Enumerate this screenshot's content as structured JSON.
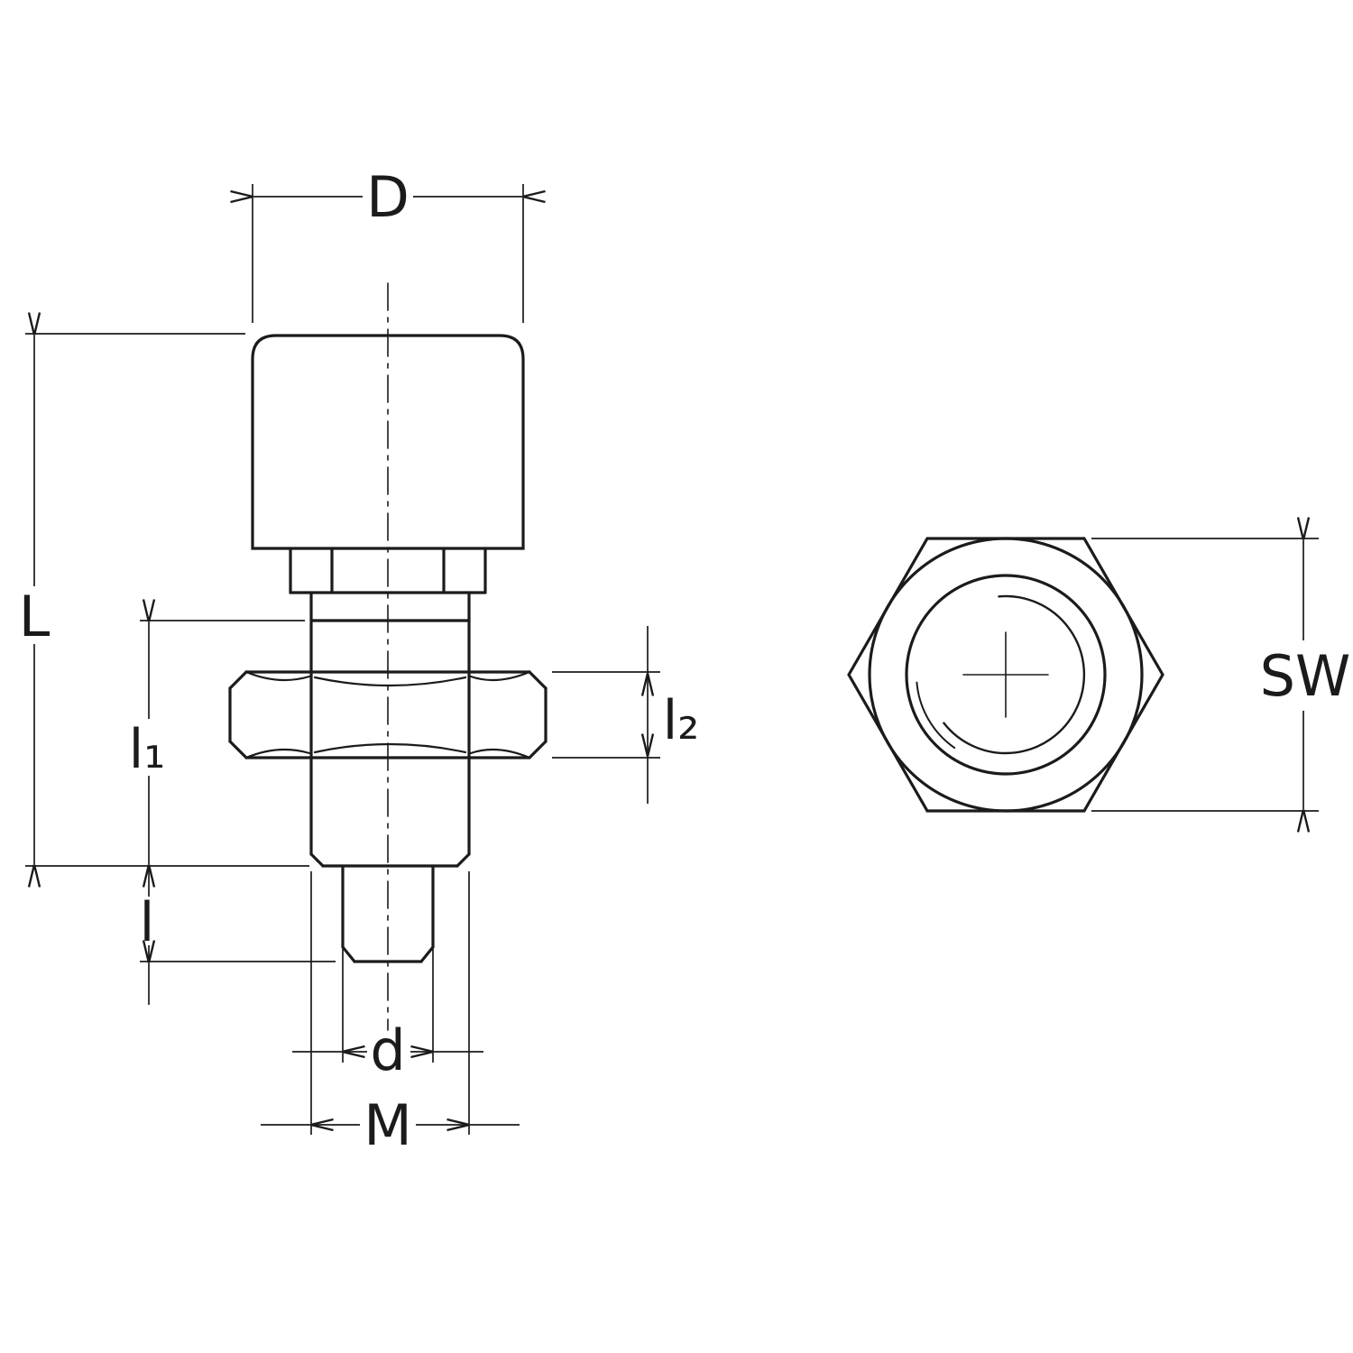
{
  "drawing": {
    "dimension_labels": {
      "D": "D",
      "L": "L",
      "l1": "l₁",
      "l2": "l₂",
      "l": "l",
      "d": "d",
      "M": "M",
      "SW": "SW"
    },
    "colors": {
      "line": "#1b1b1b",
      "background": "#ffffff"
    }
  }
}
